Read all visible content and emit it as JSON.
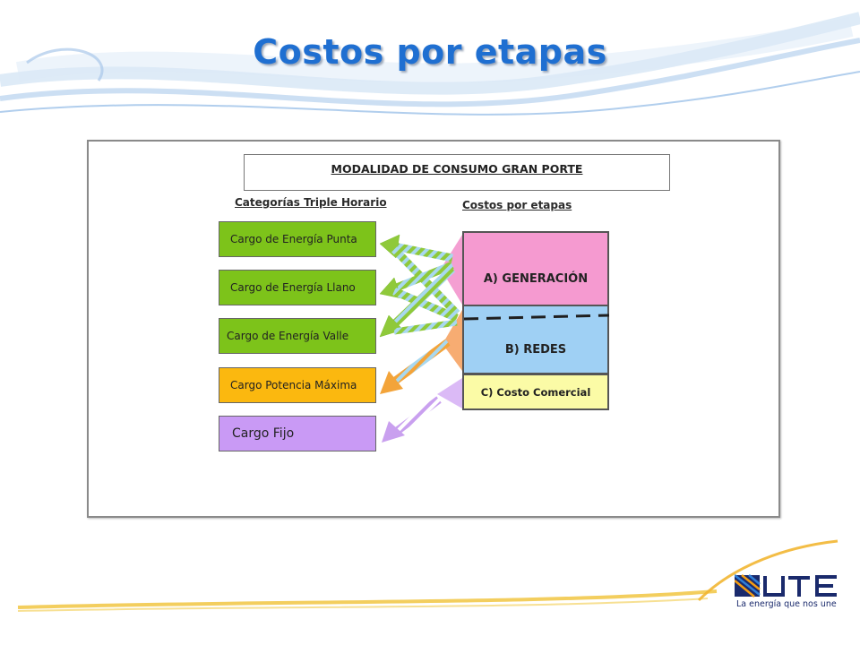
{
  "slide": {
    "title": "Costos por etapas"
  },
  "diagram": {
    "header": "MODALIDAD DE CONSUMO GRAN PORTE",
    "left_column_title": "Categorías  Triple Horario",
    "right_column_title": "Costos por etapas",
    "categories": [
      {
        "label": "Cargo de Energía Punta",
        "color": "#7dc31a"
      },
      {
        "label": "Cargo de Energía Llano",
        "color": "#7dc31a"
      },
      {
        "label": "Cargo de Energía Valle",
        "color": "#7dc31a"
      },
      {
        "label": "Cargo Potencia Máxima",
        "color": "#fbb80f"
      },
      {
        "label": "Cargo Fijo",
        "color": "#c99af5"
      }
    ],
    "stages": [
      {
        "label": "A) GENERACIÓN",
        "color": "#f59ad0"
      },
      {
        "label": "B) REDES",
        "color": "#9fd0f4"
      },
      {
        "label": "C) Costo  Comercial",
        "color": "#fbfba6"
      }
    ]
  },
  "logo": {
    "brand": "UTE",
    "tagline": "La energía que nos une",
    "colors": {
      "navy": "#1a2a6c",
      "orange": "#f39c12",
      "blue": "#2f7fd8"
    }
  }
}
